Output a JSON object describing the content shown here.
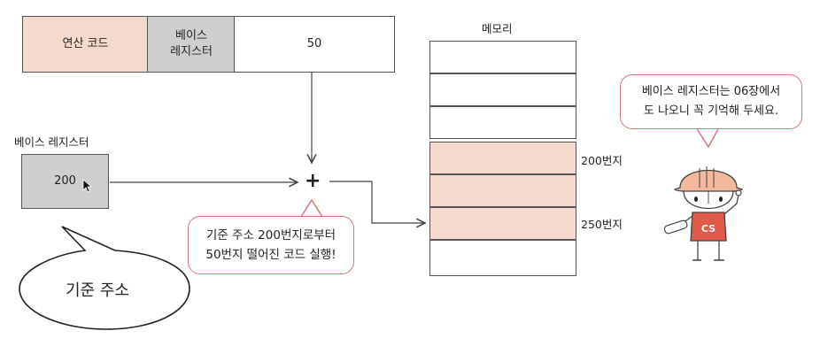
{
  "instruction": {
    "opcode_label": "연산 코드",
    "base_register_line1": "베이스",
    "base_register_line2": "레지스터",
    "operand_value": "50"
  },
  "base_register": {
    "title": "베이스 레지스터",
    "value": "200"
  },
  "plus_sign": "+",
  "memory": {
    "title": "메모리",
    "address_200": "200번지",
    "address_250": "250번지"
  },
  "callout": {
    "line1": "기준 주소 200번지로부터",
    "line2": "50번지 떨어진 코드 실행!"
  },
  "speech_balloon": {
    "text": "기준 주소"
  },
  "character": {
    "speech_line1": "베이스 레지스터는 06장에서",
    "speech_line2": "도 나오니 꼭 기억해 두세요.",
    "shirt_text": "CS"
  },
  "colors": {
    "highlight": "#f4d9cc",
    "register_fill": "#cfcfcf",
    "bubble_border": "#d77777",
    "shirt": "#e05a4a"
  }
}
